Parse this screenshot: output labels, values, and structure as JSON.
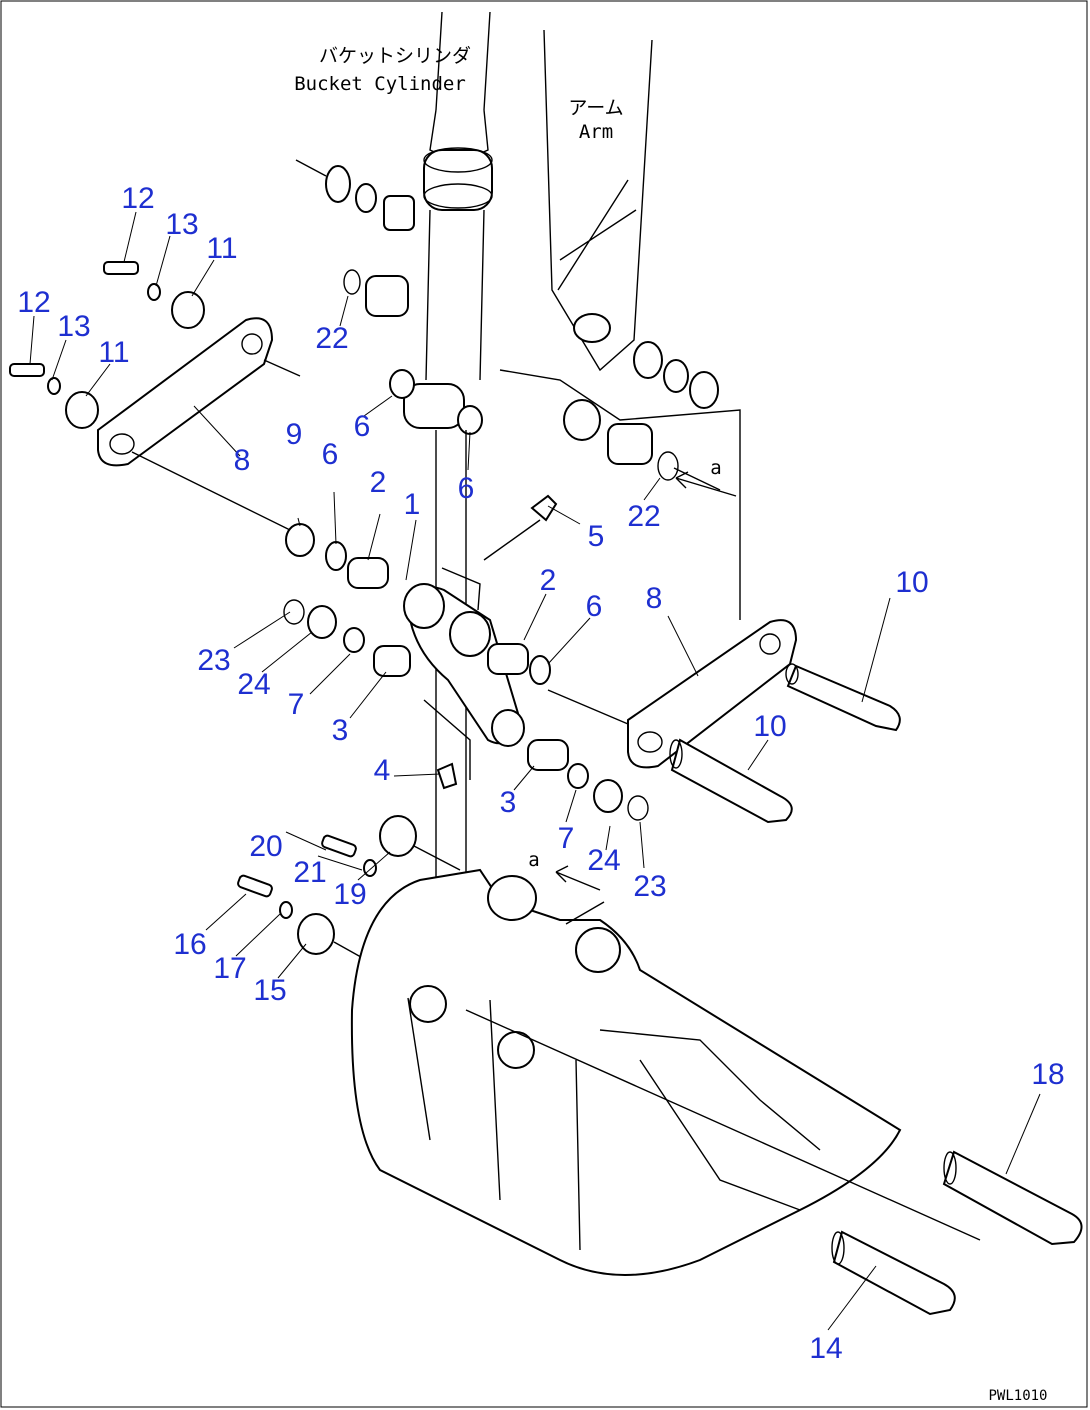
{
  "labels": {
    "bucket_cylinder_jp": "バケットシリンダ",
    "bucket_cylinder_en": "Bucket Cylinder",
    "arm_jp": "アーム",
    "arm_en": "Arm",
    "view_a_top": "a",
    "view_a_bottom": "a",
    "drawing_code": "PWL1010"
  },
  "callouts": [
    "1",
    "2",
    "2",
    "3",
    "3",
    "4",
    "5",
    "6",
    "6",
    "6",
    "6",
    "7",
    "7",
    "8",
    "8",
    "9",
    "10",
    "10",
    "11",
    "11",
    "12",
    "12",
    "13",
    "13",
    "14",
    "15",
    "16",
    "17",
    "18",
    "19",
    "20",
    "21",
    "22",
    "22",
    "23",
    "23",
    "24",
    "24"
  ],
  "colors": {
    "callout": "#1e2fd0",
    "line": "#000000"
  }
}
